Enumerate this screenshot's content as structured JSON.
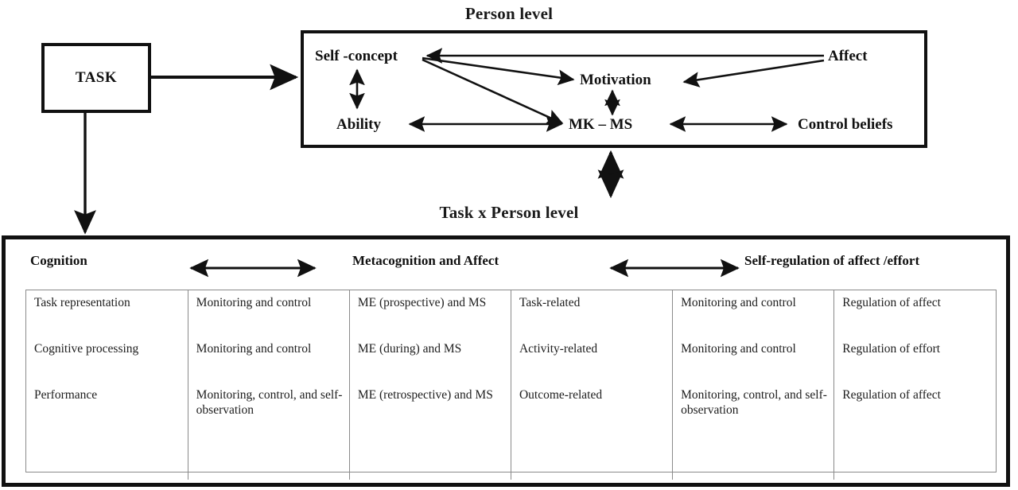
{
  "diagram": {
    "titles": {
      "person_level": "Person level",
      "task_person_level": "Task x Person level"
    },
    "task_box": {
      "label": "TASK"
    },
    "person_level": {
      "nodes": {
        "self_concept": "Self -concept",
        "affect": "Affect",
        "motivation": "Motivation",
        "ability": "Ability",
        "mk_ms": "MK – MS",
        "control_beliefs": "Control beliefs"
      },
      "edges": [
        {
          "from": "Affect",
          "to": "Self -concept",
          "style": "single-arrow"
        },
        {
          "from": "Self -concept",
          "to": "Motivation",
          "style": "single-arrow"
        },
        {
          "from": "Self -concept",
          "to": "MK – MS",
          "style": "single-arrow"
        },
        {
          "from": "Self -concept",
          "to": "Ability",
          "style": "double-arrow-vertical"
        },
        {
          "from": "Affect",
          "to": "Motivation",
          "style": "single-arrow"
        },
        {
          "from": "Motivation",
          "to": "MK – MS",
          "style": "double-arrow-vertical"
        },
        {
          "from": "MK – MS",
          "to": "Ability",
          "style": "double-arrow-horizontal"
        },
        {
          "from": "MK – MS",
          "to": "Control beliefs",
          "style": "double-arrow-horizontal"
        }
      ]
    },
    "connectors": [
      {
        "from": "TASK",
        "to": "Person level box",
        "style": "single-arrow-right"
      },
      {
        "from": "TASK",
        "to": "Task x Person level box",
        "style": "single-arrow-down"
      },
      {
        "from": "Person level box",
        "to": "Task x Person level box",
        "style": "double-arrow-vertical"
      }
    ],
    "task_person_level": {
      "column_headers": [
        "Cognition",
        "Metacognition  and  Affect",
        "Self-regulation of affect /effort"
      ],
      "header_arrows": [
        {
          "between": [
            "Cognition",
            "Metacognition  and  Affect"
          ],
          "style": "double-arrow-horizontal"
        },
        {
          "between": [
            "Metacognition  and  Affect",
            "Self-regulation of affect /effort"
          ],
          "style": "double-arrow-horizontal"
        }
      ],
      "table": {
        "rows": [
          [
            "Task representation",
            "Monitoring and control",
            "ME (prospective) and MS",
            "Task-related",
            "Monitoring and control",
            "Regulation of affect"
          ],
          [
            "Cognitive processing",
            "Monitoring and control",
            "ME (during) and MS",
            "Activity-related",
            "Monitoring and control",
            "Regulation of effort"
          ],
          [
            "Performance",
            "Monitoring, control, and self-observation",
            "ME (retrospective) and MS",
            "Outcome-related",
            "Monitoring, control, and self-observation",
            "Regulation of affect"
          ]
        ]
      }
    },
    "colors": {
      "ink": "#111111",
      "table_rule": "#8a8a8a",
      "background": "#ffffff"
    }
  }
}
